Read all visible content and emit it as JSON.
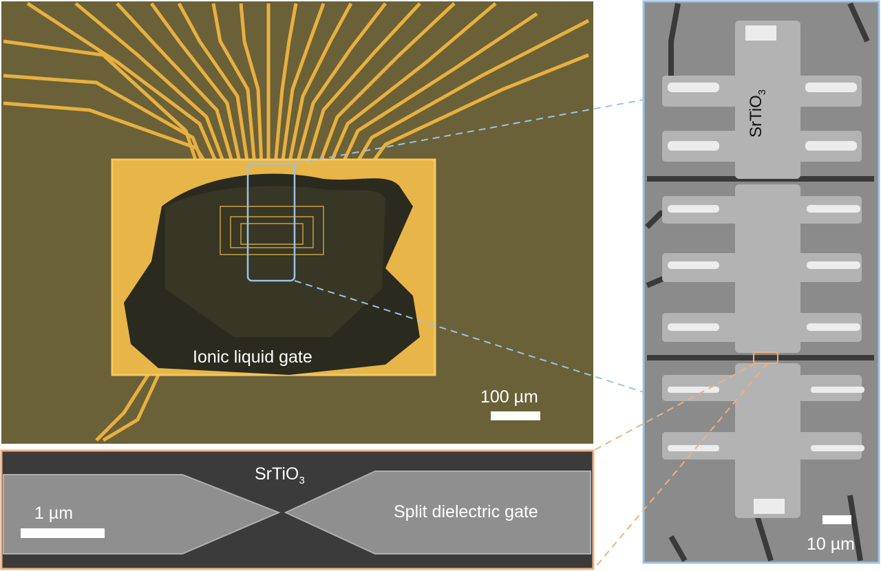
{
  "optical_panel": {
    "label": "Ionic liquid gate",
    "scale_bar": "100 µm"
  },
  "sem_panel": {
    "material_label": "SrTiO",
    "material_subscript": "3",
    "gate_label": "Split dielectric gate",
    "scale_bar": "1 µm"
  },
  "hallbar_panel": {
    "material_label": "SrTiO",
    "material_subscript": "3",
    "scale_bar": "10 µm"
  },
  "colors": {
    "zoom_box_blue": "#9cc3e4",
    "zoom_box_orange": "#f0b080",
    "gold": "#e8b040",
    "substrate": "#6b6238"
  }
}
